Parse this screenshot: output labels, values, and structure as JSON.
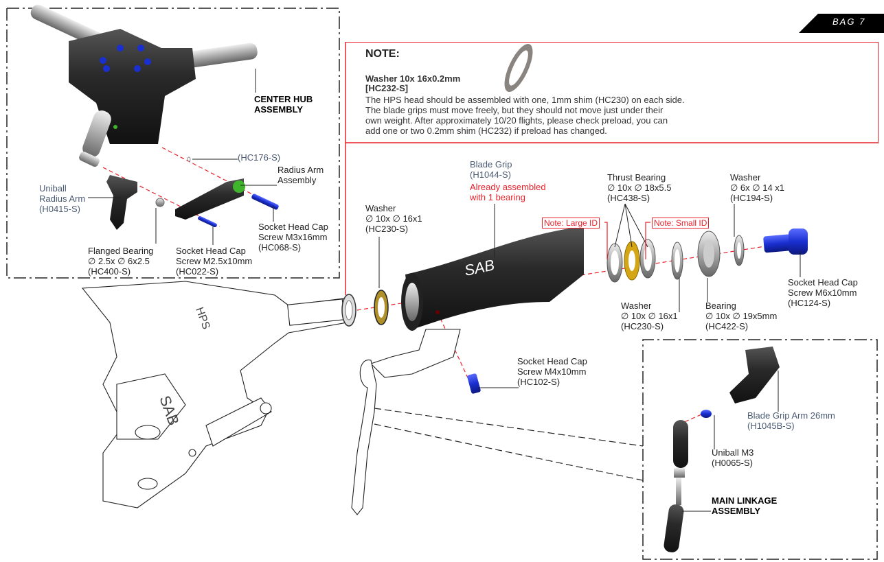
{
  "badge": {
    "text": "BAG 7",
    "color": "#000000"
  },
  "note": {
    "title": "NOTE:",
    "part_name": "Washer 10x 16x0.2mm",
    "part_code": "[HC232-S]",
    "lines": [
      "The HPS head should be assembled with one, 1mm shim (HC230) on each side.",
      "The blade grips must move freely, but they should not move just under their",
      "own weight. After approximately 10/20 flights, please check preload, you can",
      "add one or two 0.2mm shim (HC232) if preload has changed."
    ],
    "border_color": "#e8202a"
  },
  "center_hub": {
    "title_line1": "CENTER HUB",
    "title_line2": "ASSEMBLY",
    "parts": {
      "hc176": "(HC176-S)",
      "radius_arm": {
        "l1": "Radius Arm",
        "l2": "Assembly"
      },
      "uniball_radius_arm": {
        "l1": "Uniball",
        "l2": "Radius Arm",
        "l3": "(H0415-S)"
      },
      "screw_m3": {
        "l1": "Socket Head Cap",
        "l2": "Screw M3x16mm",
        "l3": "(HC068-S)"
      },
      "flanged_bearing": {
        "l1": "Flanged Bearing",
        "l2": "∅ 2.5x ∅ 6x2.5",
        "l3": "(HC400-S)"
      },
      "screw_m25": {
        "l1": "Socket Head Cap",
        "l2": "Screw M2.5x10mm",
        "l3": "(HC022-S)"
      }
    }
  },
  "blade_grip": {
    "l1": "Blade Grip",
    "l2": "(H1044-S)",
    "note_l1": "Already assembled",
    "note_l2": "with 1 bearing"
  },
  "washer_left": {
    "l1": "Washer",
    "l2": "∅ 10x ∅ 16x1",
    "l3": "(HC230-S)"
  },
  "thrust_bearing": {
    "l1": "Thrust Bearing",
    "l2": "∅ 10x ∅ 18x5.5",
    "l3": "(HC438-S)"
  },
  "note_large_id": "Note: Large ID",
  "note_small_id": "Note: Small ID",
  "washer_right": {
    "l1": "Washer",
    "l2": "∅ 6x ∅ 14 x1",
    "l3": "(HC194-S)"
  },
  "screw_m6": {
    "l1": "Socket Head Cap",
    "l2": "Screw M6x10mm",
    "l3": "(HC124-S)"
  },
  "washer_mid": {
    "l1": "Washer",
    "l2": "∅ 10x ∅ 16x1",
    "l3": "(HC230-S)"
  },
  "bearing": {
    "l1": "Bearing",
    "l2": "∅ 10x ∅ 19x5mm",
    "l3": "(HC422-S)"
  },
  "screw_m4": {
    "l1": "Socket Head Cap",
    "l2": "Screw M4x10mm",
    "l3": "(HC102-S)"
  },
  "linkage": {
    "grip_arm": {
      "l1": "Blade Grip Arm 26mm",
      "l2": "(H1045B-S)"
    },
    "uniball_m3": {
      "l1": "Uniball M3",
      "l2": "(H0065-S)"
    },
    "title_l1": "MAIN LINKAGE",
    "title_l2": "ASSEMBLY"
  },
  "colors": {
    "screw_blue": "#1a2fd0",
    "bearing_gold": "#d4a615",
    "arm_green": "#3fb52b",
    "part_black": "#222222",
    "axis_red": "#e8202a"
  }
}
